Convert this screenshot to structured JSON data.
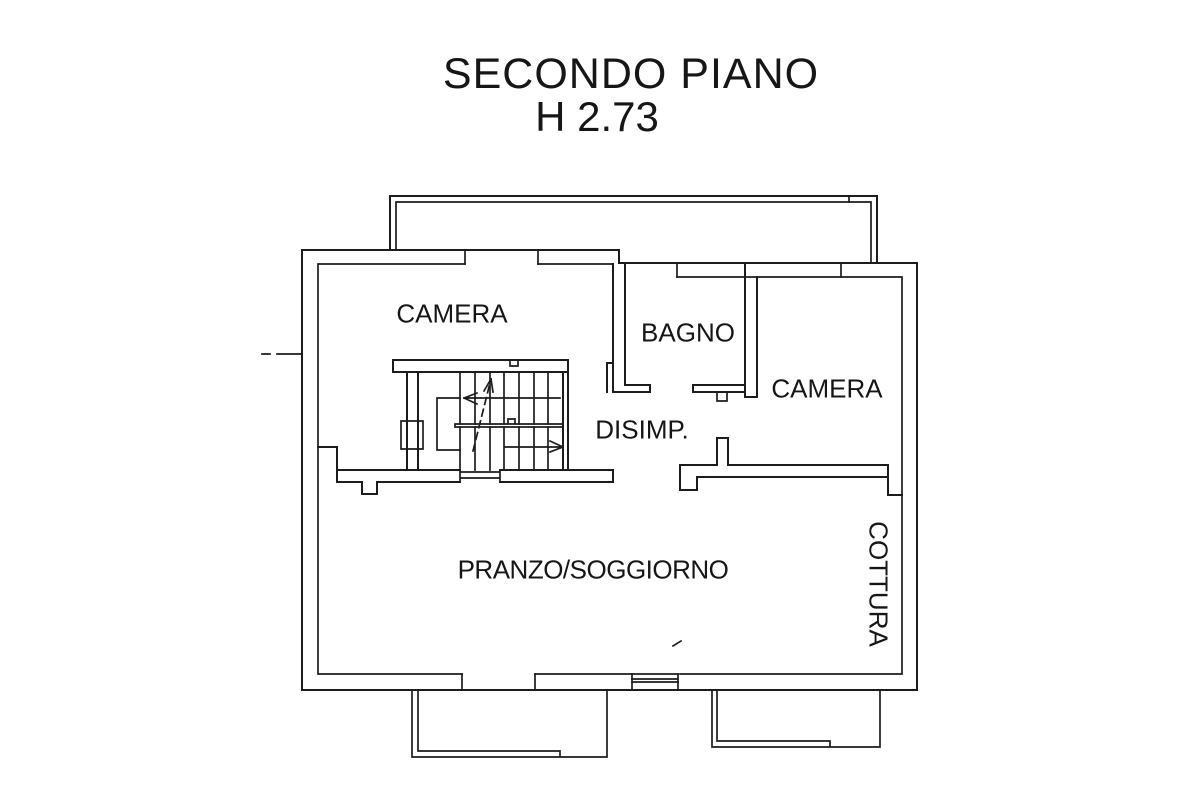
{
  "title": {
    "line1": "SECONDO PIANO",
    "line2": "H 2.73"
  },
  "floor_plan": {
    "rooms": [
      {
        "id": "camera-1",
        "label": "CAMERA"
      },
      {
        "id": "bagno",
        "label": "BAGNO"
      },
      {
        "id": "camera-2",
        "label": "CAMERA"
      },
      {
        "id": "disimpegno",
        "label": "DISIMP."
      },
      {
        "id": "pranzo-soggiorno",
        "label": "PRANZO/SOGGIORNO"
      },
      {
        "id": "cottura",
        "label": "COTTURA"
      }
    ],
    "features": [
      "balcony-top",
      "balcony-bottom-left",
      "balcony-bottom-right",
      "staircase-with-up-arrow",
      "windows-and-door-openings",
      "left-dimension-mark"
    ],
    "colors": {
      "line": "#1c1c1c",
      "background": "#ffffff",
      "text": "#161616"
    }
  }
}
